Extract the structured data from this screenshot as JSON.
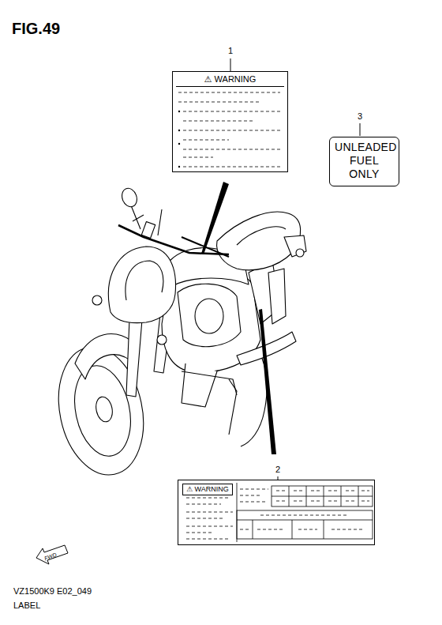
{
  "diagram": {
    "title": "FIG.49",
    "nodes": [
      {
        "text": [
          "⚠ WARNING"
        ]
      },
      {
        "text": [
          "UNLEADED FUEL ONLY"
        ]
      },
      {
        "text": [
          "⚠ WARNING"
        ]
      }
    ],
    "labels": [
      "1",
      "3",
      "2",
      "FWD",
      "VZ1500K9 E02_049",
      "LABEL"
    ]
  }
}
